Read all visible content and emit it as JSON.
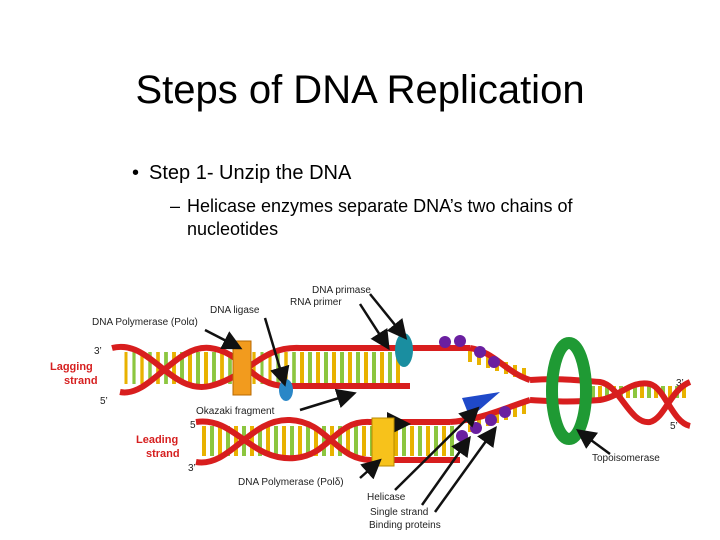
{
  "slide": {
    "title": "Steps of DNA Replication",
    "bullet_1": "Step 1- Unzip the DNA",
    "bullet_2": "Helicase enzymes separate DNA’s two chains of nucleotides"
  },
  "diagram": {
    "labels": {
      "dna_primase": "DNA primase",
      "rna_primer": "RNA primer",
      "dna_ligase": "DNA ligase",
      "pol_alpha": "DNA Polymerase (Polα)",
      "okazaki": "Okazaki fragment",
      "topoisomerase": "Topoisomerase",
      "pol_delta": "DNA Polymerase (Polδ)",
      "helicase": "Helicase",
      "ssb_1": "Single strand",
      "ssb_2": "Binding proteins"
    },
    "lagging_1": "Lagging",
    "lagging_2": "strand",
    "leading_1": "Leading",
    "leading_2": "strand",
    "ends": {
      "lag_top": "3’",
      "lag_bottom": "5’",
      "lead_top": "5’",
      "lead_bottom": "3’",
      "right_top": "3’",
      "right_bottom": "5’"
    },
    "colors": {
      "strand_red": "#d81e1e",
      "rung_yellow": "#e8b200",
      "rung_green": "#8cc63f",
      "polymerase_orange": "#f29b1e",
      "helicase_blue": "#1f49c9",
      "topoisomerase_green": "#1f9a34",
      "ssb_purple": "#6a1fa0",
      "primase_teal": "#1a8ea0"
    }
  }
}
